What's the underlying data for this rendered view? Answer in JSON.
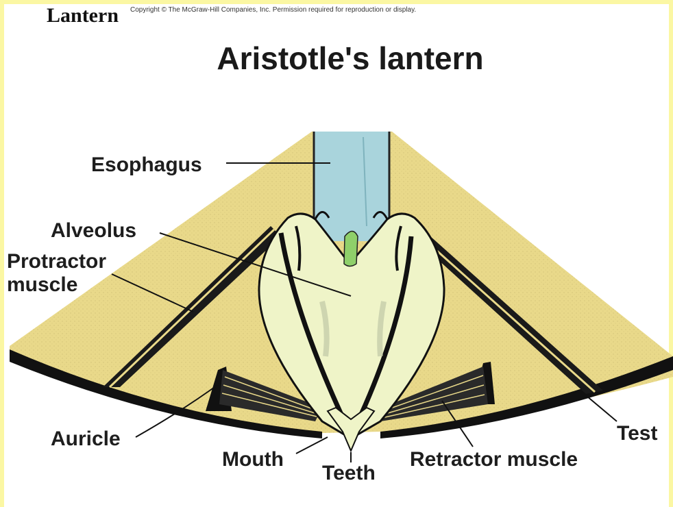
{
  "slide": {
    "title": "Lantern",
    "copyright": "Copyright © The McGraw-Hill Companies, Inc. Permission required for reproduction or display."
  },
  "diagram": {
    "title": "Aristotle's lantern",
    "labels": {
      "esophagus": "Esophagus",
      "alveolus": "Alveolus",
      "protractor_line1": "Protractor",
      "protractor_line2": "muscle",
      "auricle": "Auricle",
      "mouth": "Mouth",
      "teeth": "Teeth",
      "retractor": "Retractor muscle",
      "test": "Test"
    },
    "colors": {
      "test_body": "#e9d98a",
      "esophagus": "#a9d4dc",
      "lantern": "#eff4c8",
      "tooth_tip": "#8fd06a",
      "outline": "#111111",
      "frame": "#fbf7a3"
    }
  }
}
